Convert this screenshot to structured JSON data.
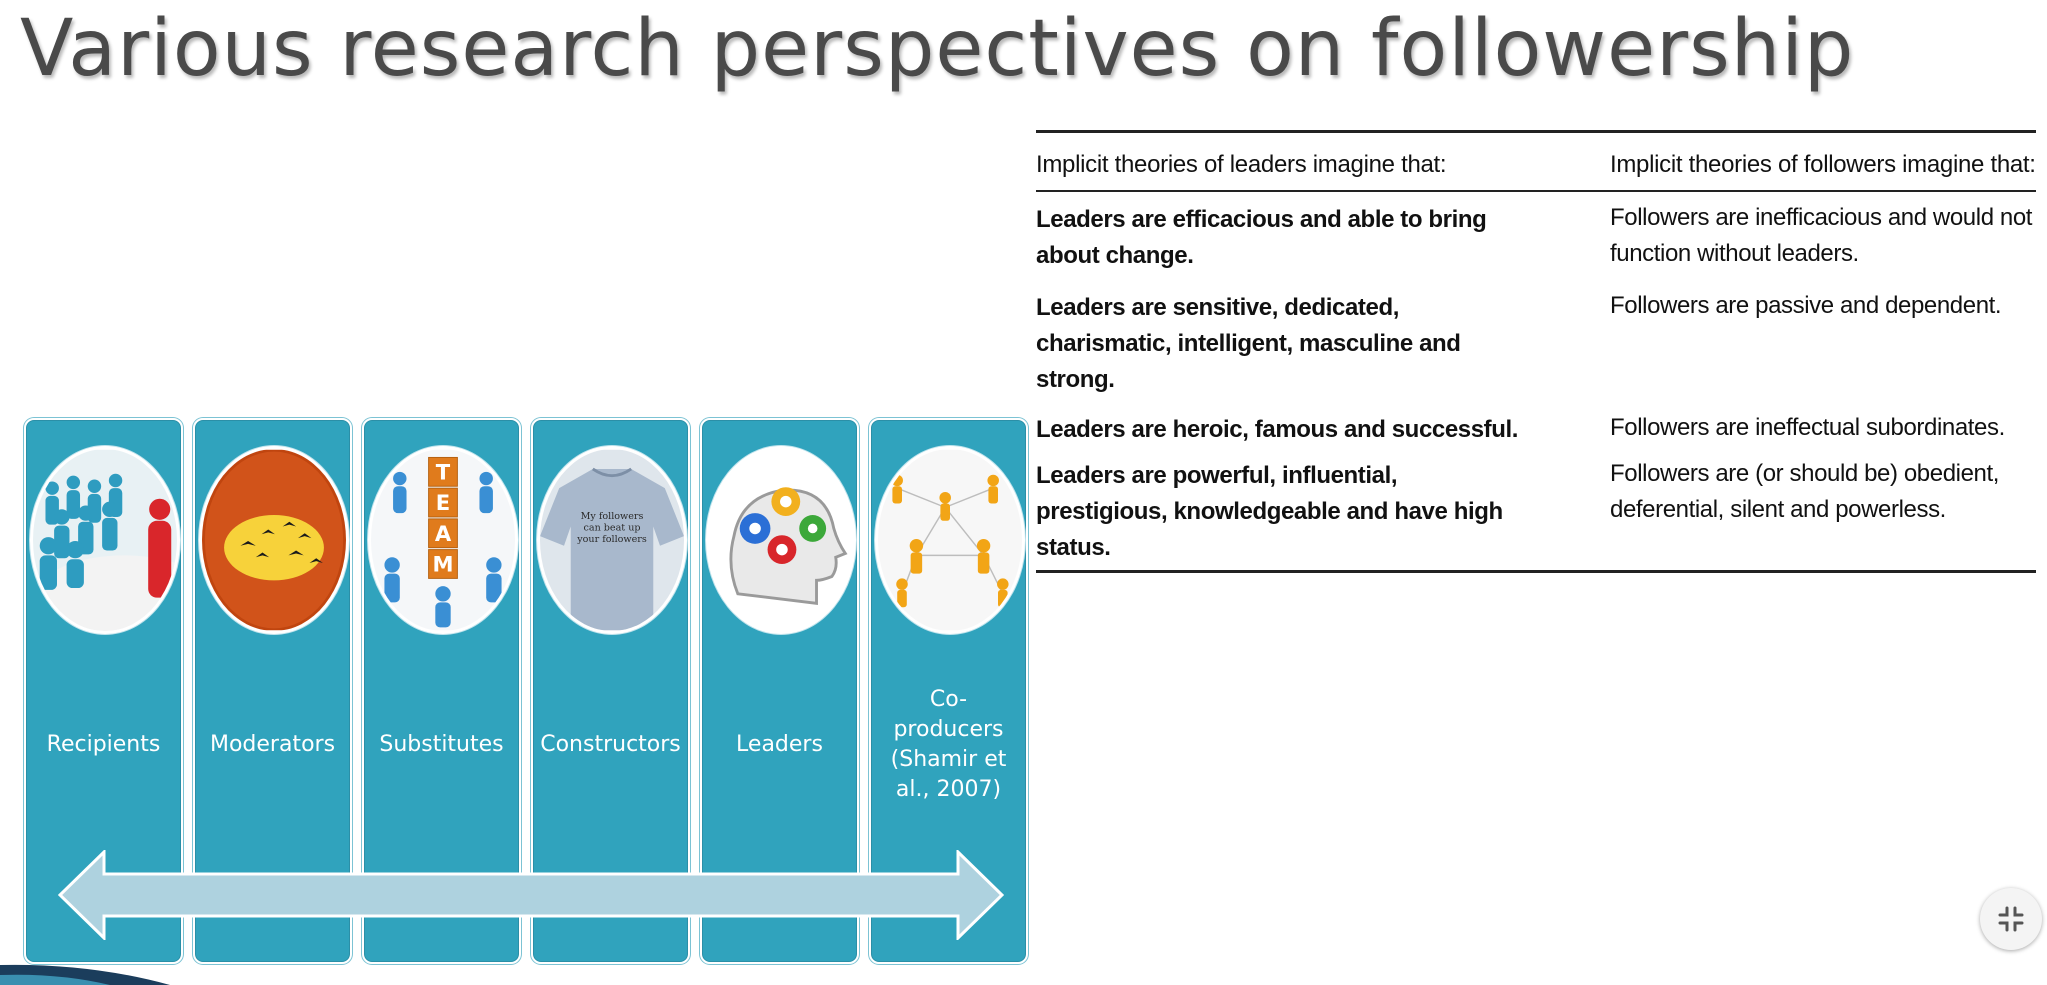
{
  "slide": {
    "title": "Various research perspectives on followership"
  },
  "perspectives": [
    {
      "label": "Recipients",
      "icon": "crowd-with-red-leader-icon"
    },
    {
      "label": "Moderators",
      "icon": "birds-flying-sunset-icon"
    },
    {
      "label": "Substitutes",
      "icon": "team-blocks-icon"
    },
    {
      "label": "Constructors",
      "icon": "tshirt-slogan-icon"
    },
    {
      "label": "Leaders",
      "icon": "head-gears-icon"
    },
    {
      "label": "Co-\nproducers\n(Shamir et\nal., 2007)",
      "icon": "network-people-icon"
    }
  ],
  "tshirt_text": [
    "My followers",
    "can beat up",
    "your followers"
  ],
  "team_letters": [
    "T",
    "E",
    "A",
    "M"
  ],
  "table": {
    "header_left": "Implicit theories of leaders imagine that:",
    "header_right": "Implicit theories of followers imagine that:",
    "rows": [
      {
        "left": [
          "Leaders are efficacious and able to bring",
          "about change."
        ],
        "right": [
          "Followers are inefficacious and would not",
          "function without leaders."
        ]
      },
      {
        "left": [
          "Leaders are sensitive, dedicated,",
          "charismatic, intelligent, masculine and",
          "strong."
        ],
        "right": [
          "Followers are passive and dependent."
        ]
      },
      {
        "left": [
          "Leaders are heroic, famous and successful."
        ],
        "right": [
          "Followers are ineffectual subordinates."
        ]
      },
      {
        "left": [
          "Leaders are powerful, influential,",
          "prestigious, knowledgeable and have high",
          "status."
        ],
        "right": [
          "Followers are (or should be) obedient,",
          "deferential, silent and powerless."
        ]
      }
    ]
  },
  "controls": {
    "exit_fullscreen_icon": "exit-fullscreen-icon"
  },
  "colors": {
    "column_fill": "#30a3bd",
    "arrow_fill": "#aed2df",
    "title_text": "#4a4a4a"
  }
}
